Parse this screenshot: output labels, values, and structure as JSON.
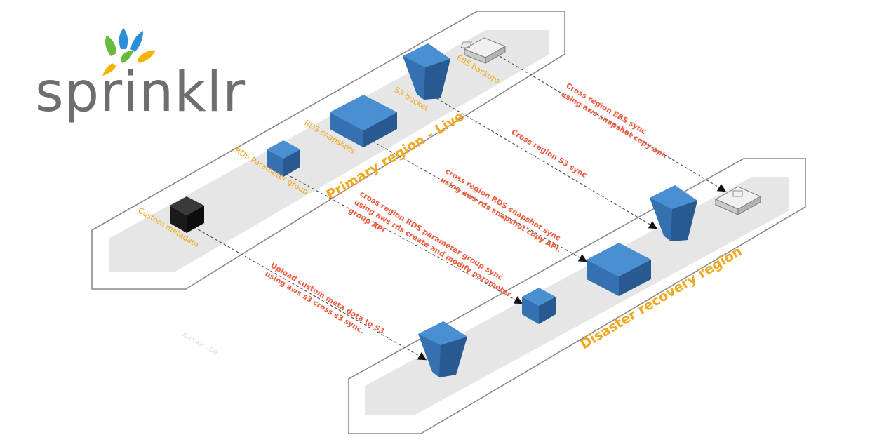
{
  "brand": {
    "name": "sprinklr",
    "colors": {
      "blue": "#2a8fd6",
      "yellow": "#f4b400",
      "green": "#66bb3c",
      "text": "#6d6e71"
    }
  },
  "regions": {
    "primary": {
      "title": "Primary region - Live"
    },
    "dr": {
      "title": "Disaster recovery region"
    }
  },
  "components": {
    "custom_metadata": "Custom metadata",
    "rds_param_group": "RDS Parameter group",
    "rds_snapshots": "RDS snapshots",
    "s3_bucket": "S3 bucket",
    "ebs_backups": "EBS backups"
  },
  "flows": {
    "ebs": {
      "line1": "Cross region EBS sync",
      "line2": "using aws snapshot copy api."
    },
    "s3": {
      "line1": "Cross region S3 sync"
    },
    "rds_snapshot": {
      "line1": "cross region RDS snapshot sync",
      "line2": "using aws rds snapshot copy API."
    },
    "param_group": {
      "line1": "cross region RDS parameter group sync",
      "line2": "using aws rds create and modify parameter",
      "line3": "group API"
    },
    "metadata": {
      "line1": "Upload custom meta data to S3",
      "line2": "using aws s3 cross s3 sync."
    }
  },
  "watermark": "sprinklr - DR",
  "colors": {
    "component_blue": "#3b7fc4",
    "region_fill": "#e6e6e6",
    "label_yellow": "#f2a81d",
    "flow_orange": "#ef5a3c"
  }
}
